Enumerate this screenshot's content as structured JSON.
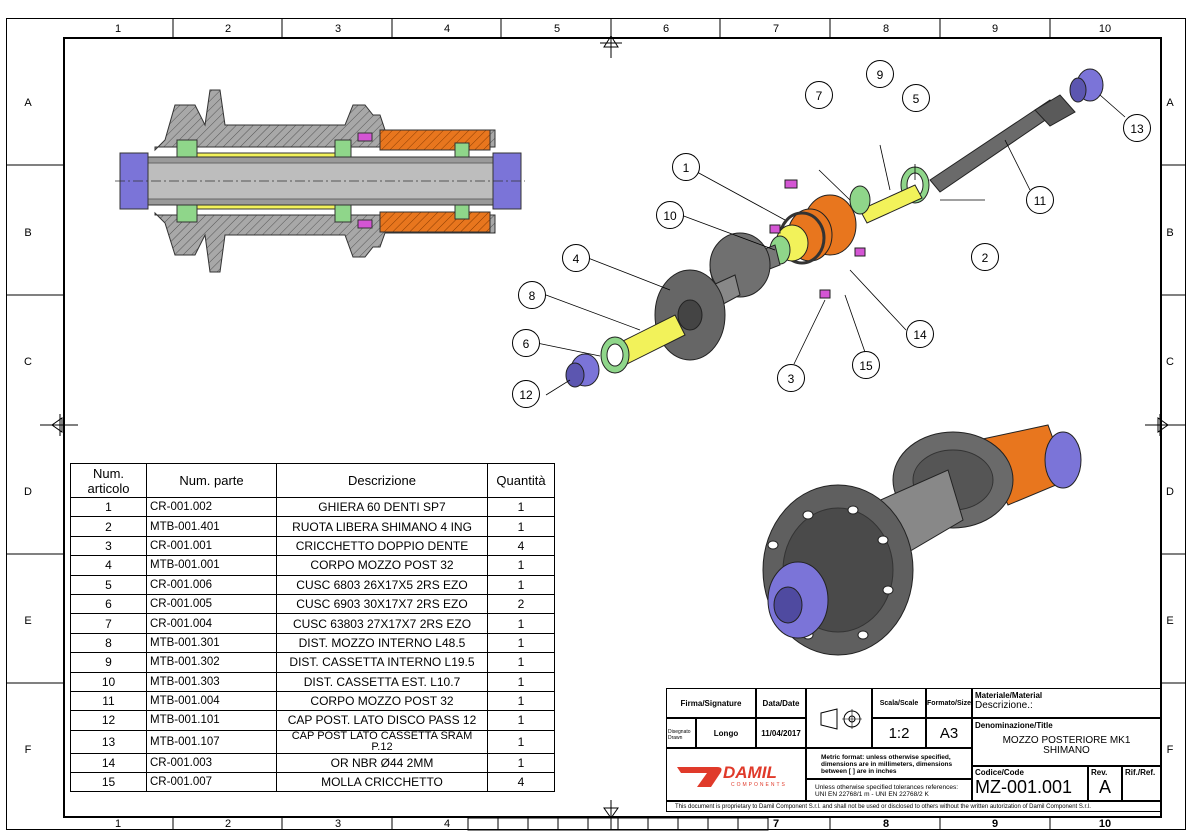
{
  "frame": {
    "zone_numbers": [
      "1",
      "2",
      "3",
      "4",
      "5",
      "6",
      "7",
      "8",
      "9",
      "10"
    ],
    "zone_letters": [
      "A",
      "B",
      "C",
      "D",
      "E",
      "F"
    ],
    "bottom_numbers": [
      "1",
      "2",
      "3",
      "4",
      "7",
      "8",
      "9",
      "10"
    ]
  },
  "bom": {
    "headers": [
      "Num. articolo",
      "Num. parte",
      "Descrizione",
      "Quantità"
    ],
    "rows": [
      {
        "n": "1",
        "part": "CR-001.002",
        "desc": "GHIERA 60 DENTI SP7",
        "qty": "1"
      },
      {
        "n": "2",
        "part": "MTB-001.401",
        "desc": "RUOTA LIBERA SHIMANO 4 ING",
        "qty": "1"
      },
      {
        "n": "3",
        "part": "CR-001.001",
        "desc": "CRICCHETTO DOPPIO DENTE",
        "qty": "4"
      },
      {
        "n": "4",
        "part": "MTB-001.001",
        "desc": "CORPO MOZZO POST 32",
        "qty": "1"
      },
      {
        "n": "5",
        "part": "CR-001.006",
        "desc": "CUSC 6803 26X17X5 2RS EZO",
        "qty": "1"
      },
      {
        "n": "6",
        "part": "CR-001.005",
        "desc": "CUSC 6903 30X17X7 2RS EZO",
        "qty": "2"
      },
      {
        "n": "7",
        "part": "CR-001.004",
        "desc": "CUSC 63803 27X17X7 2RS EZO",
        "qty": "1"
      },
      {
        "n": "8",
        "part": "MTB-001.301",
        "desc": "DIST. MOZZO INTERNO L48.5",
        "qty": "1"
      },
      {
        "n": "9",
        "part": "MTB-001.302",
        "desc": "DIST. CASSETTA INTERNO L19.5",
        "qty": "1"
      },
      {
        "n": "10",
        "part": "MTB-001.303",
        "desc": "DIST. CASSETTA EST. L10.7",
        "qty": "1"
      },
      {
        "n": "11",
        "part": "MTB-001.004",
        "desc": "CORPO MOZZO POST 32",
        "qty": "1"
      },
      {
        "n": "12",
        "part": "MTB-001.101",
        "desc": "CAP POST. LATO DISCO PASS 12",
        "qty": "1"
      },
      {
        "n": "13",
        "part": "MTB-001.107",
        "desc": "CAP POST LATO CASSETTA SRAM P.12",
        "qty": "1"
      },
      {
        "n": "14",
        "part": "CR-001.003",
        "desc": "OR NBR Ø44 2MM",
        "qty": "1"
      },
      {
        "n": "15",
        "part": "CR-001.007",
        "desc": "MOLLA CRICCHETTO",
        "qty": "4"
      }
    ]
  },
  "balloons": [
    "1",
    "2",
    "3",
    "4",
    "5",
    "6",
    "7",
    "8",
    "9",
    "10",
    "11",
    "12",
    "13",
    "14",
    "15"
  ],
  "title_block": {
    "firma_label": "Firma/Signature",
    "data_label": "Data/Date",
    "disegnato_label": "Disegnato Drawn",
    "drawn_by": "Longo",
    "date": "11/04/2017",
    "scale_label": "Scala/Scale",
    "scale": "1:2",
    "format_label": "Formato/Size",
    "format": "A3",
    "material_label": "Materiale/Material",
    "descrizione_label": "Descrizione.:",
    "denominazione_label": "Denominazione/Title",
    "title_line1": "MOZZO POSTERIORE MK1",
    "title_line2": "SHIMANO",
    "metric_note": "Metric format: unless otherwise specified, dimensions are in millimeters, dimensions between [ ] are in inches",
    "tolerance_note": "Unless otherwise specified tolerances references: UNI EN 22768/1 m - UNI EN 22768/2 K",
    "code_label": "Codice/Code",
    "code": "MZ-001.001",
    "rev_label": "Rev.",
    "rev": "A",
    "ref_label": "Rif./Ref.",
    "logo_text": "DAMIL",
    "logo_sub": "COMPONENTS",
    "proprietary": "This document is proprietary to Damil Component S.r.l. and shall not be used or disclosed to others without the written autorization of Damil Component S.r.l."
  },
  "colors": {
    "orange": "#e8761e",
    "blue": "#7b74d8",
    "green": "#8fd68a",
    "yellow": "#f2f25a",
    "gray": "#8a8a8a",
    "magenta": "#d455d4",
    "logo_red": "#e03a2a"
  }
}
